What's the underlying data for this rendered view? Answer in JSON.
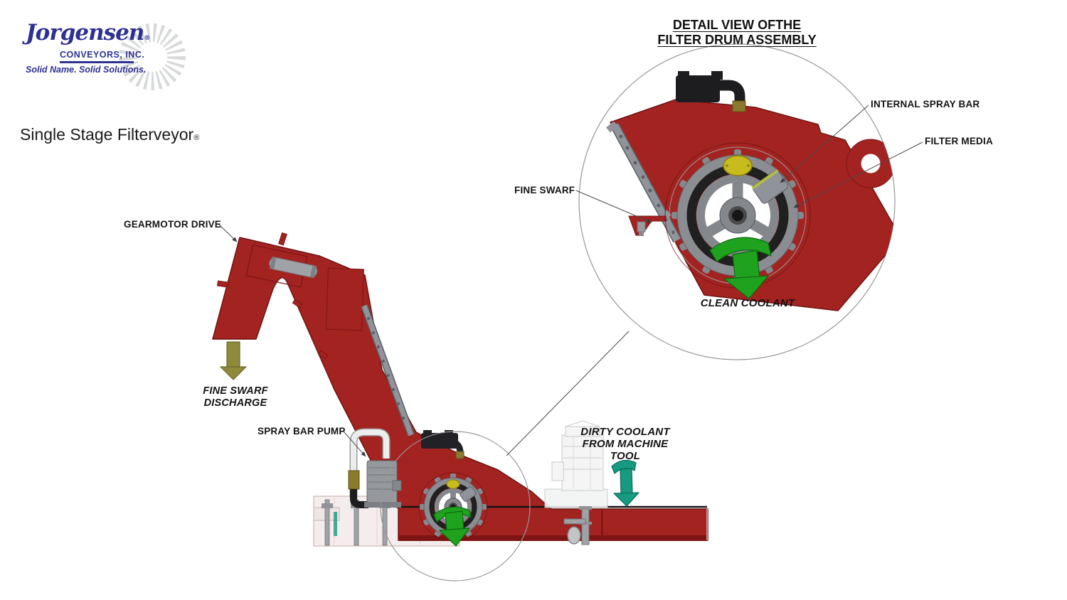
{
  "page": {
    "title": "Single Stage Filterveyor",
    "registered_mark": "®"
  },
  "logo": {
    "brand": "Jorgensen",
    "registered_mark": "®",
    "company": "CONVEYORS, INC.",
    "tagline": "Solid Name. Solid Solutions."
  },
  "detail_view": {
    "title_line1": "DETAIL VIEW OFTHE",
    "title_line2": "FILTER DRUM ASSEMBLY",
    "callouts": {
      "internal_spray_bar": "INTERNAL SPRAY BAR",
      "filter_media": "FILTER MEDIA",
      "fine_swarf": "FINE SWARF",
      "clean_coolant": "CLEAN COOLANT"
    }
  },
  "main_view": {
    "callouts": {
      "gearmotor_drive": "GEARMOTOR DRIVE",
      "spray_bar_pump": "SPRAY BAR PUMP"
    },
    "flow_labels": {
      "fine_swarf_discharge": [
        "FINE SWARF",
        "DISCHARGE"
      ],
      "dirty_coolant": [
        "DIRTY COOLANT",
        "FROM MACHINE",
        "TOOL"
      ]
    }
  },
  "colors": {
    "conveyor_red": "#A32321",
    "conveyor_red_dark": "#701311",
    "trough_red_dark": "#7E1514",
    "clean_coolant_green": "#1FA31F",
    "dirty_coolant_teal": "#169B80",
    "fine_swarf_olive": "#8F8A3A",
    "drum_yellow": "#C7BB1E",
    "machine_gray": "#8F9296",
    "logo_blue": "#2E3192",
    "label_text": "#141414"
  }
}
